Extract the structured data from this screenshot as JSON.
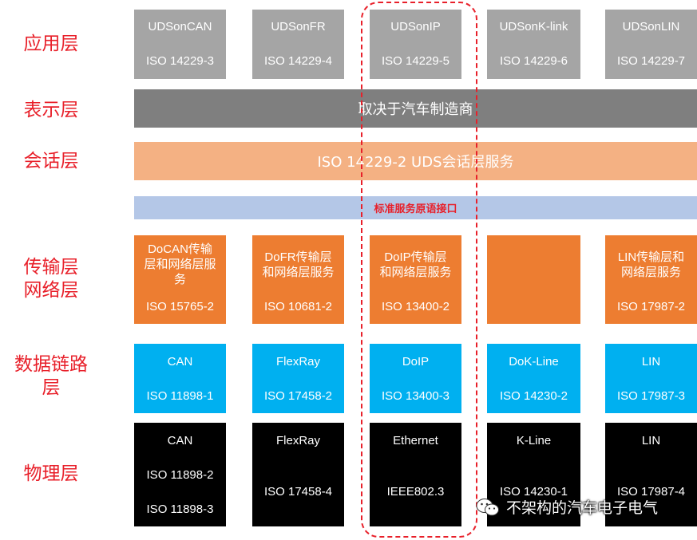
{
  "layers": {
    "application": "应用层",
    "presentation": "表示层",
    "session": "会话层",
    "transport_network": [
      "传输层",
      "网络层"
    ],
    "data_link": [
      "数据链路",
      "层"
    ],
    "physical": "物理层"
  },
  "application_boxes": [
    {
      "name": "UDSonCAN",
      "std": "ISO 14229-3"
    },
    {
      "name": "UDSonFR",
      "std": "ISO 14229-4"
    },
    {
      "name": "UDSonIP",
      "std": "ISO 14229-5"
    },
    {
      "name": "UDSonK-link",
      "std": "ISO 14229-6"
    },
    {
      "name": "UDSonLIN",
      "std": "ISO 14229-7"
    }
  ],
  "presentation_bar": "取决于汽车制造商",
  "session_bar": "ISO 14229-2 UDS会话层服务",
  "interface_bar": "标准服务原语接口",
  "transport_boxes": [
    {
      "lines": [
        "DoCAN传输",
        "层和网络层服",
        "务"
      ],
      "std": "ISO 15765-2"
    },
    {
      "lines": [
        "DoFR传输层",
        "和网络层服务"
      ],
      "std": "ISO 10681-2"
    },
    {
      "lines": [
        "DoIP传输层",
        "和网络层服务"
      ],
      "std": "ISO 13400-2"
    },
    {
      "lines": [],
      "std": ""
    },
    {
      "lines": [
        "LIN传输层和",
        "网络层服务"
      ],
      "std": "ISO 17987-2"
    }
  ],
  "datalink_boxes": [
    {
      "name": "CAN",
      "std": "ISO 11898-1"
    },
    {
      "name": "FlexRay",
      "std": "ISO 17458-2"
    },
    {
      "name": "DoIP",
      "std": "ISO 13400-3"
    },
    {
      "name": "DoK-Line",
      "std": "ISO 14230-2"
    },
    {
      "name": "LIN",
      "std": "ISO 17987-3"
    }
  ],
  "physical_boxes": [
    {
      "name": "CAN",
      "std1": "ISO 11898-2",
      "std2": "ISO 11898-3"
    },
    {
      "name": "FlexRay",
      "std1": "",
      "std2": "ISO 17458-4"
    },
    {
      "name": "Ethernet",
      "std1": "",
      "std2": "IEEE802.3"
    },
    {
      "name": "K-Line",
      "std1": "",
      "std2": "ISO 14230-1"
    },
    {
      "name": "LIN",
      "std1": "",
      "std2": "ISO 17987-4"
    }
  ],
  "watermark": "不架构的汽车电子电气",
  "watermark_icon": "wechat-icon",
  "colors": {
    "label": "#e8202a",
    "application": "#a5a5a5",
    "presentation": "#7f7f7f",
    "session": "#f4b183",
    "interface": "#b4c7e7",
    "interface_text": "#e8202a",
    "transport": "#ed7d31",
    "datalink": "#00b0f0",
    "physical": "#000000"
  }
}
